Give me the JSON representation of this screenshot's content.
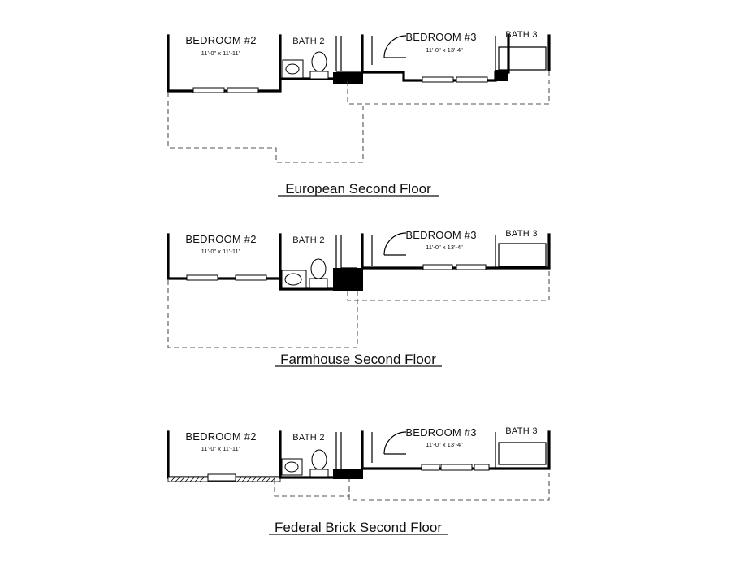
{
  "plans": [
    {
      "style": "european",
      "caption": "European Second Floor",
      "bedroom2": {
        "label": "BEDROOM #2",
        "dims": "11'-0\" x 11'-11\""
      },
      "bath2": {
        "label": "BATH 2"
      },
      "bedroom3": {
        "label": "BEDROOM #3",
        "dims": "11'-0\" x 13'-4\""
      },
      "bath3": {
        "label": "BATH 3"
      }
    },
    {
      "style": "farmhouse",
      "caption": "Farmhouse Second Floor",
      "bedroom2": {
        "label": "BEDROOM #2",
        "dims": "11'-0\" x 11'-11\""
      },
      "bath2": {
        "label": "BATH 2"
      },
      "bedroom3": {
        "label": "BEDROOM #3",
        "dims": "11'-0\" x 13'-4\""
      },
      "bath3": {
        "label": "BATH 3"
      }
    },
    {
      "style": "federal-brick",
      "caption": "Federal Brick Second Floor",
      "bedroom2": {
        "label": "BEDROOM #2",
        "dims": "11'-0\" x 11'-11\""
      },
      "bath2": {
        "label": "BATH 2"
      },
      "bedroom3": {
        "label": "BEDROOM #3",
        "dims": "11'-0\" x 13'-4\""
      },
      "bath3": {
        "label": "BATH 3"
      }
    }
  ]
}
